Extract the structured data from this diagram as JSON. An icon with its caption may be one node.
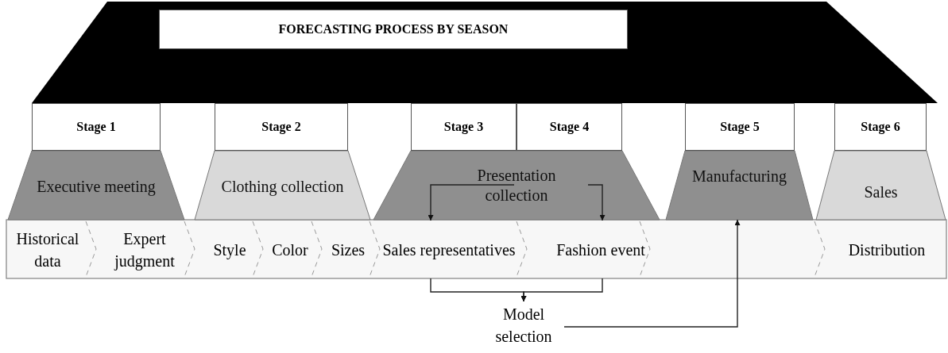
{
  "diagram": {
    "nodes": [
      {
        "text": [
          "FORECASTING PROCESS BY SEASON"
        ]
      },
      {
        "text": [
          "Stage 1"
        ]
      },
      {
        "text": [
          "Stage 2"
        ]
      },
      {
        "text": [
          "Stage 3"
        ]
      },
      {
        "text": [
          "Stage 4"
        ]
      },
      {
        "text": [
          "Stage 5"
        ]
      },
      {
        "text": [
          "Stage 6"
        ]
      },
      {
        "text": [
          "Executive meeting"
        ]
      },
      {
        "text": [
          "Clothing collection"
        ]
      },
      {
        "text": [
          "Presentation collection"
        ]
      },
      {
        "text": [
          "Manufacturing"
        ]
      },
      {
        "text": [
          "Sales"
        ]
      },
      {
        "text": [
          "Historical data"
        ]
      },
      {
        "text": [
          "Expert judgment"
        ]
      },
      {
        "text": [
          "Style"
        ]
      },
      {
        "text": [
          "Color"
        ]
      },
      {
        "text": [
          "Sizes"
        ]
      },
      {
        "text": [
          "Sales representatives"
        ]
      },
      {
        "text": [
          "Fashion event"
        ]
      },
      {
        "text": [
          "Distribution"
        ]
      },
      {
        "text": [
          "Model selection"
        ]
      }
    ],
    "edges": [
      {
        "from": 9,
        "to": 17,
        "arrow": "to"
      },
      {
        "from": 9,
        "to": 18,
        "arrow": "to"
      },
      {
        "from": 17,
        "to": 20,
        "arrow": "to"
      },
      {
        "from": 18,
        "to": 20,
        "arrow": "to"
      },
      {
        "from": 20,
        "to": 10,
        "arrow": "to"
      }
    ]
  }
}
